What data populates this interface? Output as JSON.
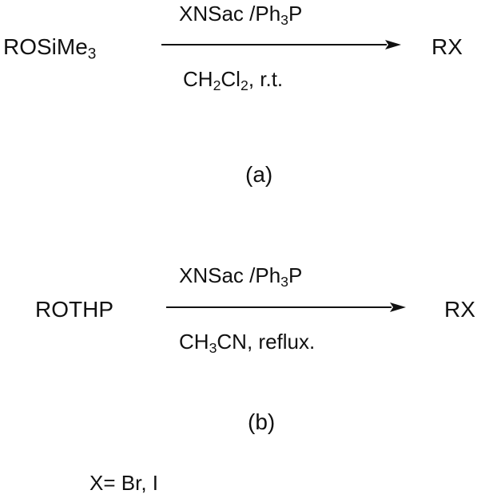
{
  "reaction_a": {
    "reactant": [
      "ROSiMe",
      {
        "sub": "3"
      }
    ],
    "reagent_above": [
      "XNSac /Ph",
      {
        "sub": "3"
      },
      "P"
    ],
    "conditions_below": [
      "CH",
      {
        "sub": "2"
      },
      "Cl",
      {
        "sub": "2"
      },
      ", r.t."
    ],
    "product": "RX",
    "label": "(a)"
  },
  "reaction_b": {
    "reactant": [
      "ROTHP"
    ],
    "reagent_above": [
      "XNSac /Ph",
      {
        "sub": "3"
      },
      "P"
    ],
    "conditions_below": [
      "CH",
      {
        "sub": "3"
      },
      "CN, reflux."
    ],
    "product": "RX",
    "label": "(b)"
  },
  "footnote": "X= Br, I",
  "colors": {
    "ink": "#111111",
    "background": "#ffffff"
  }
}
